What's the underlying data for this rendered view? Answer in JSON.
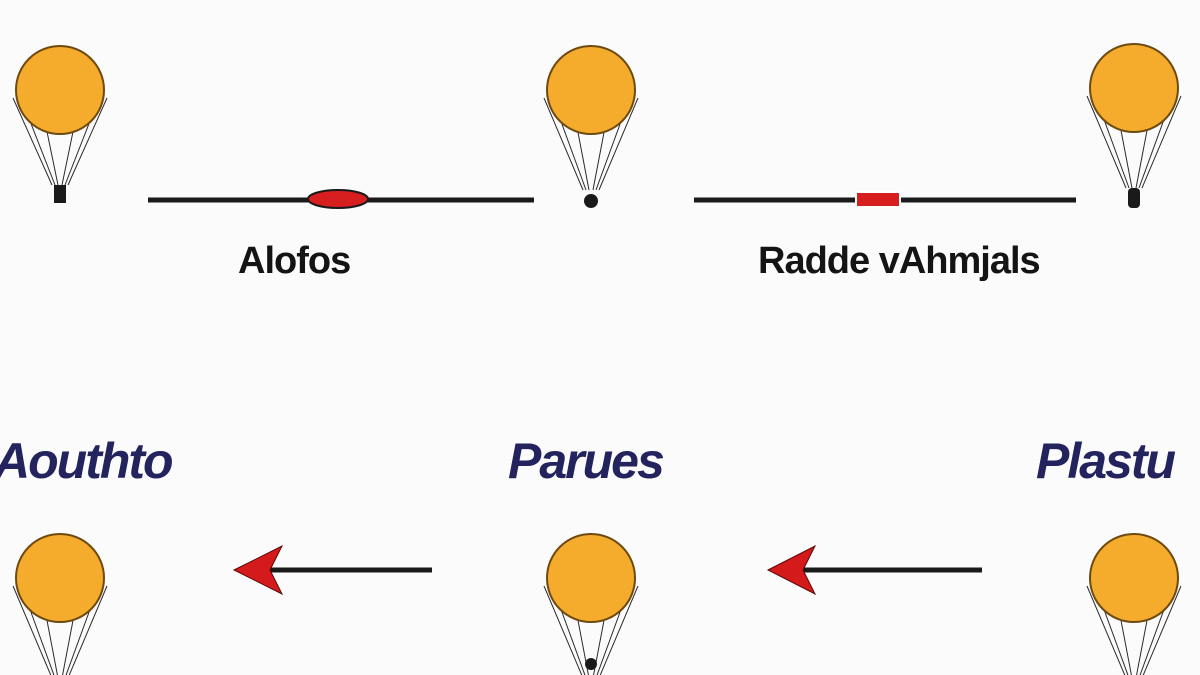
{
  "diagram": {
    "labels": {
      "top_left": "Alofos",
      "top_right": "Radde vAhmjals",
      "bottom_left": "Aouthto",
      "bottom_center": "Parues",
      "bottom_right": "Plastu"
    }
  },
  "colors": {
    "balloon_fill": "#f5ac2c",
    "balloon_stroke": "#6e4a10",
    "connector": "#1a1a1a",
    "marker_red": "#d81f1f",
    "arrow_red": "#d41a1a",
    "top_label": "#141414",
    "bottom_label": "#23235e"
  },
  "icons": {
    "balloon": "balloon-icon",
    "arrow": "arrow-left-icon"
  }
}
